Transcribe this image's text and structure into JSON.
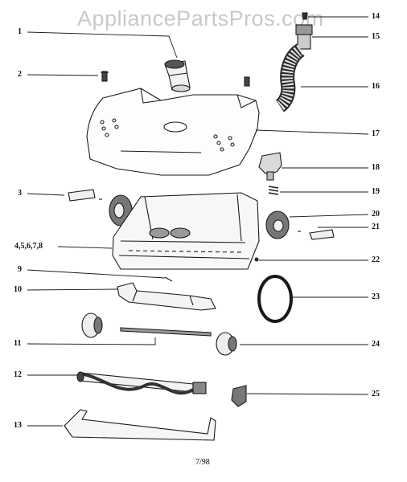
{
  "watermark": "AppliancePartsPros.com",
  "footer": "7/98",
  "callouts": [
    "1",
    "2",
    "3",
    "4,5,6,7,8",
    "9",
    "10",
    "11",
    "12",
    "13",
    "14",
    "15",
    "16",
    "17",
    "18",
    "19",
    "20",
    "21",
    "22",
    "23",
    "24",
    "25"
  ]
}
